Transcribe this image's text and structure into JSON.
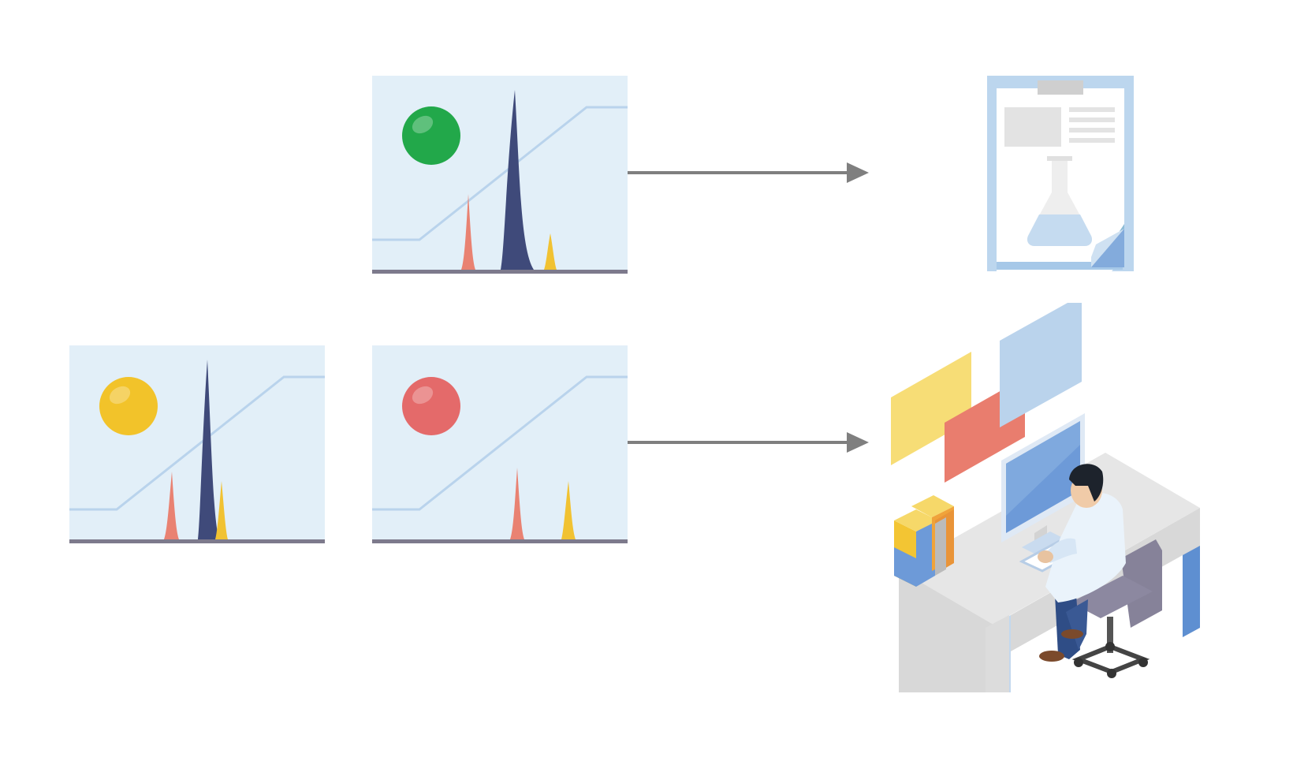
{
  "colors": {
    "panel_bg": "#e2eff8",
    "panel_base": "#7d7a8c",
    "gradient_line": "#b9d3ec",
    "peak_main": "#3f4a7a",
    "peak_side": "#e98272",
    "peak_minor": "#f1c232",
    "arrow": "#7f7f7f",
    "status_pass": "#22a84a",
    "status_warning": "#f2c32a",
    "status_fail": "#e46a6a"
  },
  "panels": [
    {
      "status": "pass",
      "status_color": "#22a84a",
      "peaks": [
        {
          "type": "side",
          "height": 0.38
        },
        {
          "type": "main",
          "height": 0.93
        },
        {
          "type": "minor",
          "height": 0.19
        }
      ]
    },
    {
      "status": "warning",
      "status_color": "#f2c32a",
      "peaks": [
        {
          "type": "side",
          "height": 0.34
        },
        {
          "type": "main",
          "height": 0.93
        },
        {
          "type": "minor",
          "height": 0.3
        }
      ]
    },
    {
      "status": "fail",
      "status_color": "#e46a6a",
      "peaks": [
        {
          "type": "side",
          "height": 0.36
        },
        {
          "type": "minor",
          "height": 0.29
        }
      ]
    }
  ],
  "icons": {
    "report": "clipboard-flask-icon",
    "analyst": "analyst-at-desk-icon"
  }
}
